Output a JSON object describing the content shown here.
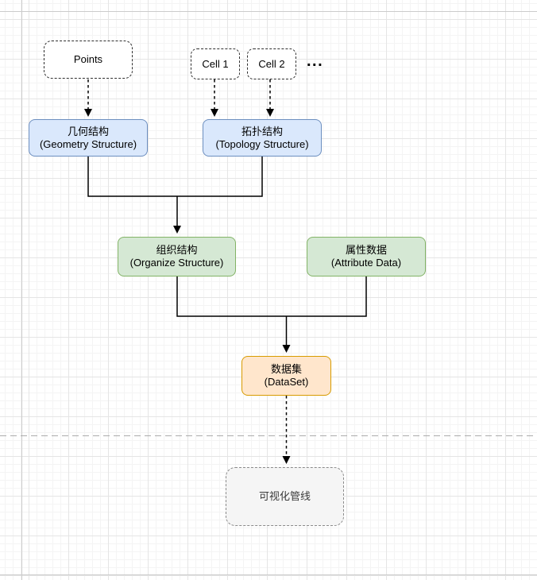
{
  "nodes": {
    "points": {
      "label": "Points"
    },
    "cell1": {
      "label": "Cell 1"
    },
    "cell2": {
      "label": "Cell 2"
    },
    "more_cells": {
      "label": "..."
    },
    "geometry": {
      "title": "几何结构",
      "subtitle": "(Geometry Structure)"
    },
    "topology": {
      "title": "拓扑结构",
      "subtitle": "(Topology Structure)"
    },
    "organize": {
      "title": "组织结构",
      "subtitle": "(Organize Structure)"
    },
    "attribute": {
      "title": "属性数据",
      "subtitle": "(Attribute Data)"
    },
    "dataset": {
      "title": "数据集",
      "subtitle": "(DataSet)"
    },
    "pipeline": {
      "title": "可视化管线"
    }
  },
  "colors": {
    "structure_fill": "#dae8fc",
    "structure_stroke": "#6c8ebf",
    "organize_fill": "#d5e8d4",
    "organize_stroke": "#82b366",
    "dataset_fill": "#ffe6cc",
    "dataset_stroke": "#d79b00",
    "pipeline_fill": "#f5f5f5",
    "pipeline_stroke": "#666666",
    "edge_color": "#000000",
    "divider_color": "#ababab",
    "grid_minor": "#f4f4f4",
    "grid_major": "#e5e5e5"
  }
}
